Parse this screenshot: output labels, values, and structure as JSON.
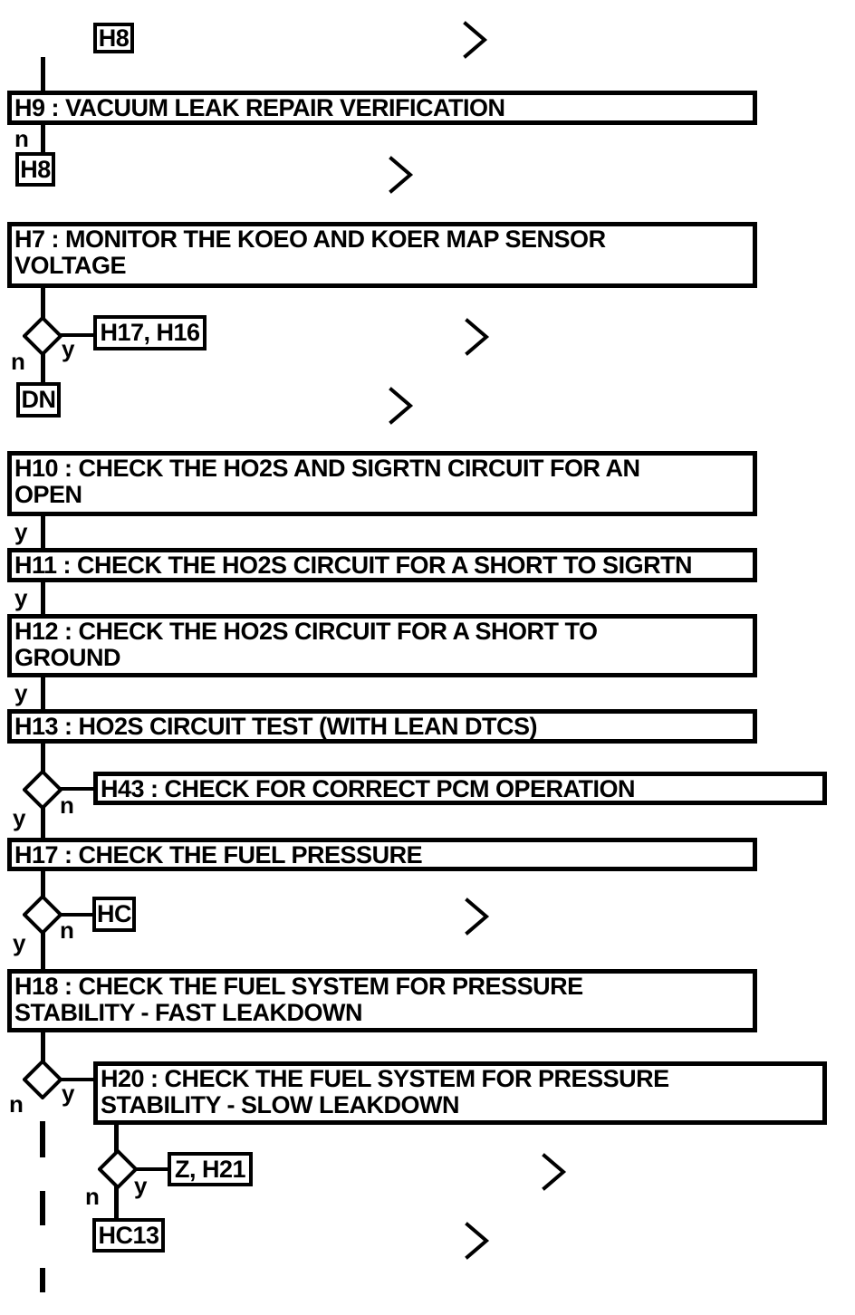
{
  "diagram": {
    "type": "flowchart",
    "background_color": "#ffffff",
    "line_color": "#000000",
    "process_boxes": {
      "h9": "H9 : VACUUM LEAK REPAIR VERIFICATION",
      "h7": [
        "H7 : MONITOR THE KOEO AND KOER MAP SENSOR",
        "VOLTAGE"
      ],
      "h10": [
        "H10 : CHECK THE HO2S AND SIGRTN CIRCUIT FOR AN",
        "OPEN"
      ],
      "h11": "H11 : CHECK THE HO2S CIRCUIT FOR A SHORT TO SIGRTN",
      "h12": [
        "H12 : CHECK THE HO2S CIRCUIT FOR A SHORT TO",
        "GROUND"
      ],
      "h13": "H13 : HO2S CIRCUIT TEST (WITH LEAN DTCS)",
      "h43": "H43 : CHECK FOR CORRECT PCM OPERATION",
      "h17": "H17 : CHECK THE FUEL PRESSURE",
      "h18": [
        "H18 : CHECK THE FUEL SYSTEM FOR PRESSURE",
        "STABILITY - FAST LEAKDOWN"
      ],
      "h20": [
        "H20 : CHECK THE FUEL SYSTEM FOR PRESSURE",
        "STABILITY - SLOW LEAKDOWN"
      ]
    },
    "reference_boxes": {
      "h8_top": "H8",
      "h8_after_h9": "H8",
      "h17_h16": "H17, H16",
      "dn": "DN",
      "hc": "HC",
      "z_h21": "Z, H21",
      "hc13": "HC13"
    },
    "branch_labels": {
      "h9_no": "n",
      "d1_yes": "y",
      "d1_no": "n",
      "h10_yes": "y",
      "h11_yes": "y",
      "h12_yes": "y",
      "d2_no": "n",
      "d2_yes": "y",
      "d3_no": "n",
      "d3_yes": "y",
      "d4_yes": "y",
      "d4_no": "n",
      "d5_yes": "y",
      "d5_no": "n"
    }
  }
}
